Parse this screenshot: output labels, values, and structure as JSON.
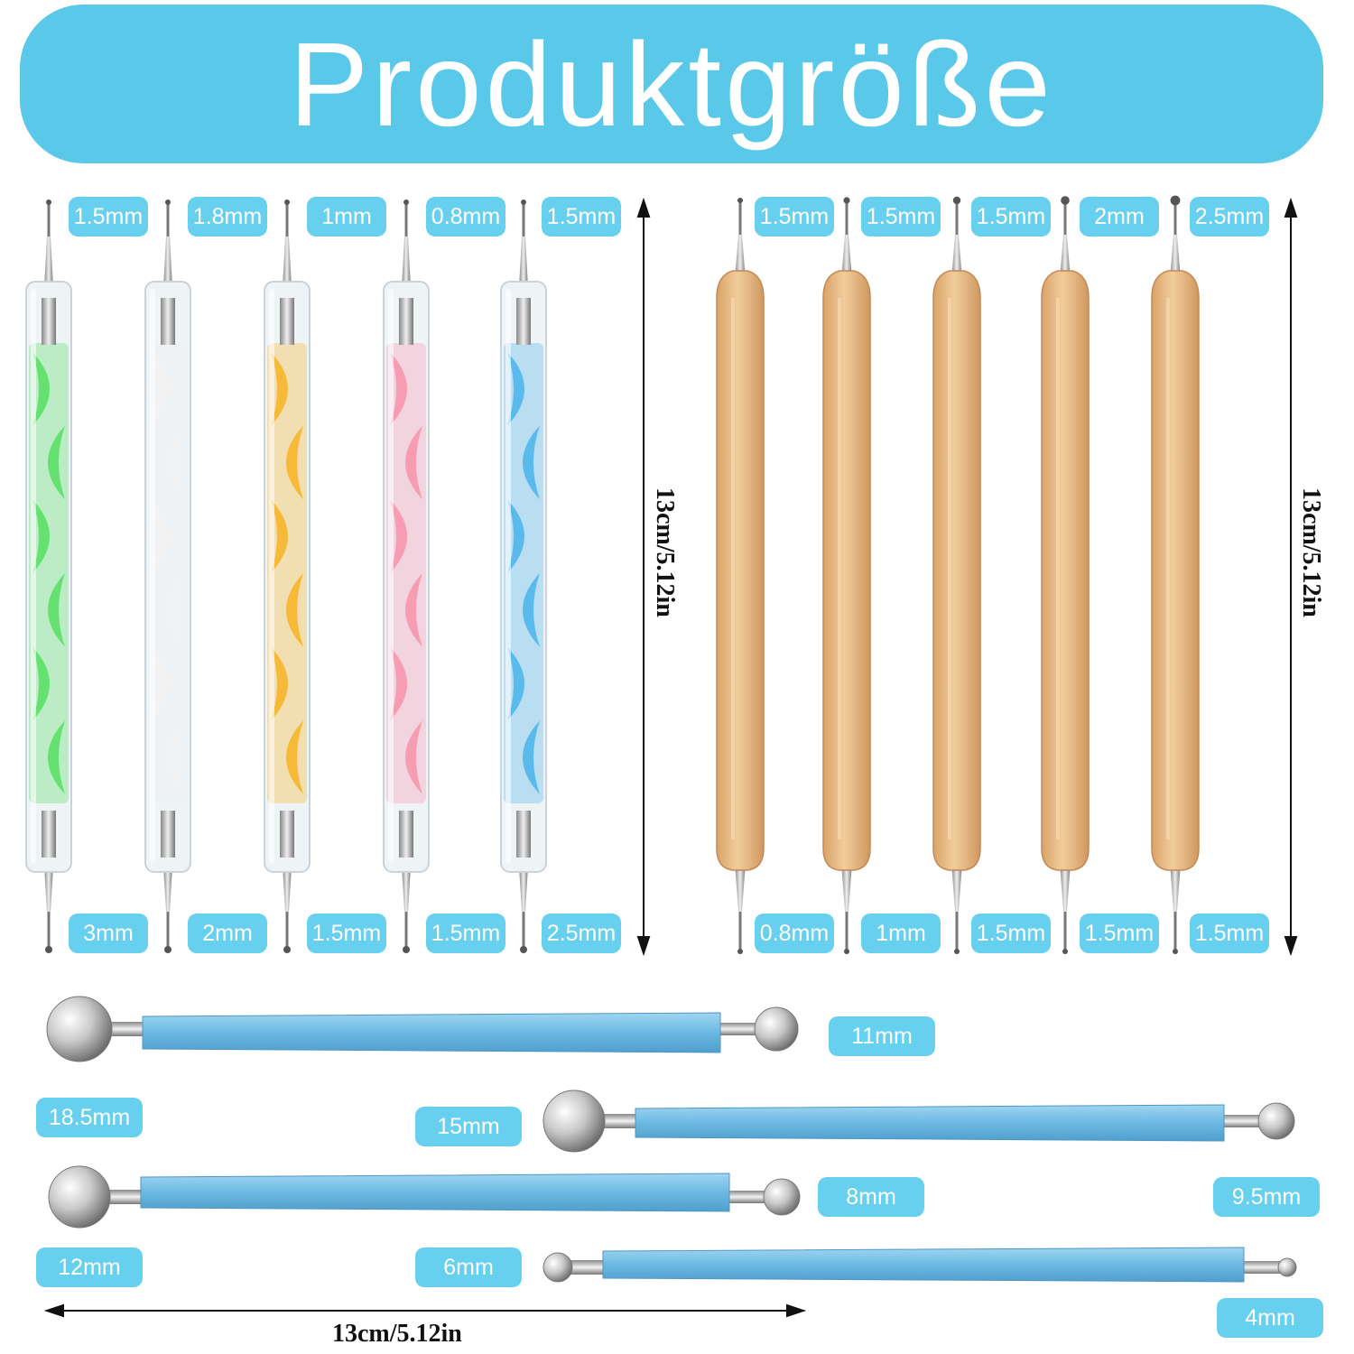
{
  "banner": {
    "title": "Produktgröße"
  },
  "acrylic_tools": {
    "top_sizes": [
      "1.5mm",
      "1.8mm",
      "1mm",
      "0.8mm",
      "1.5mm"
    ],
    "bottom_sizes": [
      "3mm",
      "2mm",
      "1.5mm",
      "1.5mm",
      "2.5mm"
    ],
    "handle_colors": [
      "#5fe06a",
      "#f2f2f2",
      "#f7b631",
      "#f59ab2",
      "#56b8ec"
    ],
    "length": "13cm/5.12in"
  },
  "wood_tools": {
    "top_sizes": [
      "1.5mm",
      "1.5mm",
      "1.5mm",
      "2mm",
      "2.5mm"
    ],
    "bottom_sizes": [
      "0.8mm",
      "1mm",
      "1.5mm",
      "1.5mm",
      "1.5mm"
    ],
    "length": "13cm/5.12in"
  },
  "ball_tools": {
    "labels": [
      "11mm",
      "18.5mm",
      "15mm",
      "8mm",
      "9.5mm",
      "12mm",
      "6mm",
      "4mm"
    ],
    "length": "13cm/5.12in"
  },
  "colors": {
    "accent": "#5ac8e8",
    "label_bg": "#67d0ee",
    "wood": "#e6b883",
    "ball_handle": "#74bfe6"
  }
}
